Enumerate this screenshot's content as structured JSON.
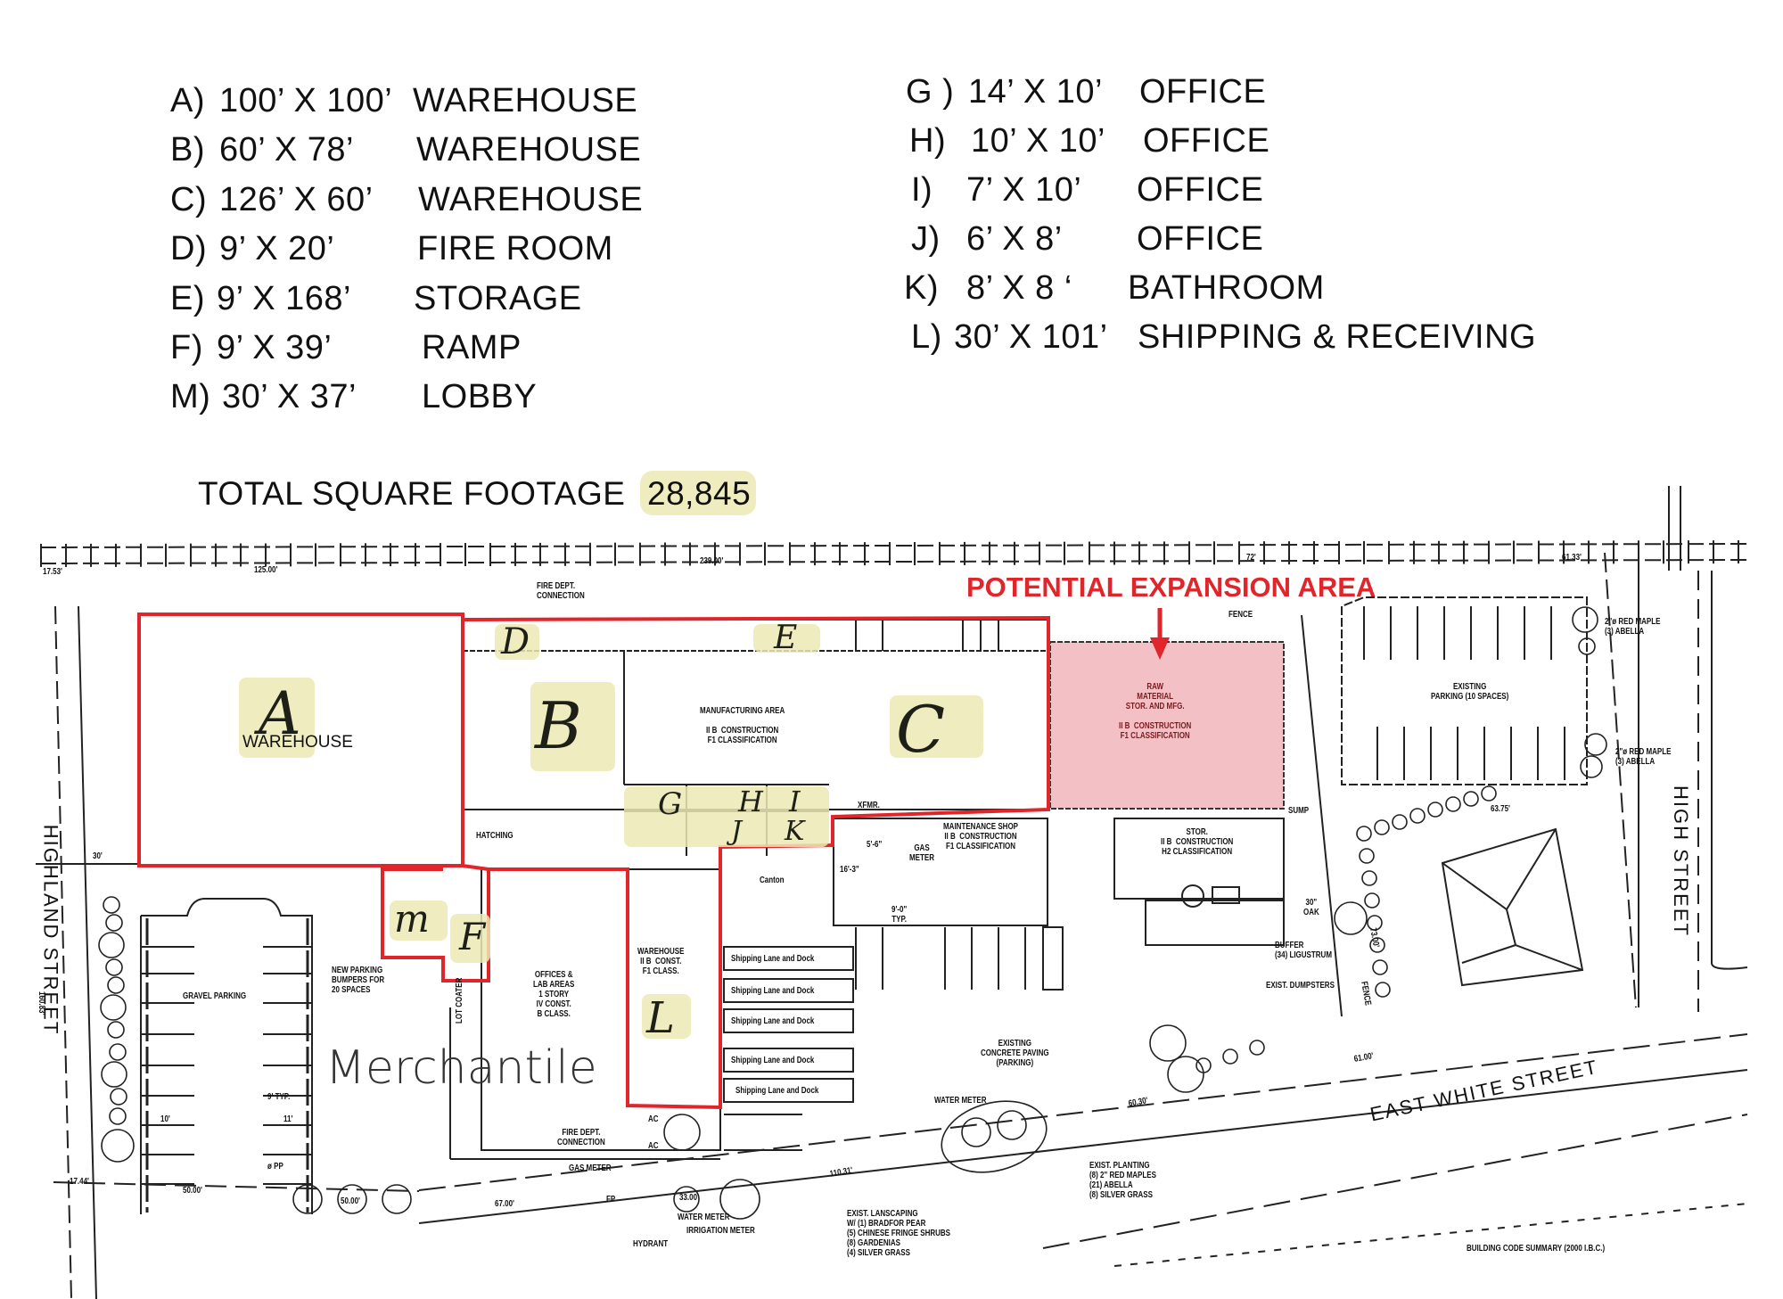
{
  "legend_left": [
    {
      "key": "A)",
      "dims": "100’ X 100’",
      "use": "WAREHOUSE"
    },
    {
      "key": "B)",
      "dims": "60’ X 78’",
      "use": "WAREHOUSE"
    },
    {
      "key": "C)",
      "dims": "126’ X 60’",
      "use": "WAREHOUSE"
    },
    {
      "key": "D)",
      "dims": "9’ X 20’",
      "use": "FIRE ROOM"
    },
    {
      "key": "E)",
      "dims": "9’ X 168’",
      "use": "STORAGE"
    },
    {
      "key": "F)",
      "dims": "9’ X 39’",
      "use": "RAMP"
    },
    {
      "key": "M)",
      "dims": "30’ X 37’",
      "use": "LOBBY"
    }
  ],
  "legend_right": [
    {
      "key": "G )",
      "dims": "14’ X 10’",
      "use": "OFFICE"
    },
    {
      "key": "H)",
      "dims": "10’ X 10’",
      "use": "OFFICE"
    },
    {
      "key": "I)",
      "dims": "7’ X 10’",
      "use": "OFFICE"
    },
    {
      "key": "J)",
      "dims": "6’ X 8’",
      "use": "OFFICE"
    },
    {
      "key": "K)",
      "dims": "8’ X 8 ‘",
      "use": "BATHROOM"
    },
    {
      "key": "L)",
      "dims": "30’ X 101’",
      "use": "SHIPPING & RECEIVING"
    }
  ],
  "total": {
    "label": "TOTAL SQUARE FOOTAGE",
    "value": "28,845"
  },
  "expansion": {
    "label": "POTENTIAL EXPANSION AREA",
    "color": "#e0252b",
    "fill": "#f3c1c5"
  },
  "handwritten": {
    "A": "A",
    "B": "B",
    "C": "C",
    "D": "D",
    "E": "E",
    "F": "F",
    "G": "G",
    "H": "H",
    "I": "I",
    "J": "J",
    "K": "K",
    "L": "L",
    "M": "m",
    "merchantile": "Merchantile",
    "warehouse": "WAREHOUSE"
  },
  "streets": {
    "highland": "HIGHLAND STREET",
    "high": "HIGH STREET",
    "east_white": "EAST WHITE STREET"
  },
  "plan": {
    "labels": [
      "FIRE DEPT.\nCONNECTION",
      "MANUFACTURING AREA\n\nII B  CONSTRUCTION\nF1 CLASSIFICATION",
      "RAW\nMATERIAL\nSTOR. AND MFG.\n\nII B  CONSTRUCTION\nF1 CLASSIFICATION",
      "FENCE",
      "EXISTING\nPARKING (10 SPACES)",
      "2\"ø RED MAPLE\n(3) ABELLA",
      "2\"ø RED MAPLE\n(3) ABELLA",
      "63.75'",
      "SUMP",
      "XFMR.",
      "MAINTENANCE SHOP\nII B  CONSTRUCTION\nF1 CLASSIFICATION",
      "GAS\nMETER",
      "STOR.\nII B  CONSTRUCTION\nH2 CLASSIFICATION",
      "5'-6\"",
      "16'-3\"",
      "9'-0\"\nTYP.",
      "HATCHING",
      "Canton",
      "30\"\nOAK",
      "BUFFER\n(34) LIGUSTRUM",
      "EXIST. DUMPSTERS",
      "WAREHOUSE\nII B  CONST.\nF1 CLASS.",
      "Shipping Lane and Dock",
      "Shipping Lane and Dock",
      "Shipping Lane and Dock",
      "Shipping Lane and Dock",
      "Shipping Lane and Dock",
      "OFFICES &\nLAB AREAS\n1 STORY\nIV CONST.\nB CLASS.",
      "LOT COATER",
      "GRAVEL PARKING",
      "NEW PARKING\nBUMPERS FOR\n20 SPACES",
      "30'",
      "160.83'",
      "10'",
      "11'",
      "9' TYP.",
      "17.44'",
      "50.00'",
      "50.00'",
      "67.00'",
      "33.00'",
      "110.31'",
      "60.30'",
      "61.00'",
      "FIRE DEPT.\nCONNECTION",
      "GAS METER",
      "AC",
      "AC",
      "FP",
      "HYDRANT",
      "WATER METER",
      "IRRIGATION METER",
      "EXIST. LANSCAPING\nW/ (1) BRADFOR PEAR\n(5) CHINESE FRINGE SHRUBS\n(8) GARDENIAS\n(4) SILVER GRASS",
      "EXISTING\nCONCRETE PAVING\n(PARKING)",
      "WATER METER",
      "EXIST. PLANTING\n(8) 2\" RED MAPLES\n(21) ABELLA\n(8) SILVER GRASS",
      "BUILDING CODE SUMMARY (2000 I.B.C.)",
      "17.53'",
      "125.00'",
      "239.00'",
      "72'",
      "61.33'",
      "73.00'",
      "FENCE",
      "ø PP"
    ]
  }
}
